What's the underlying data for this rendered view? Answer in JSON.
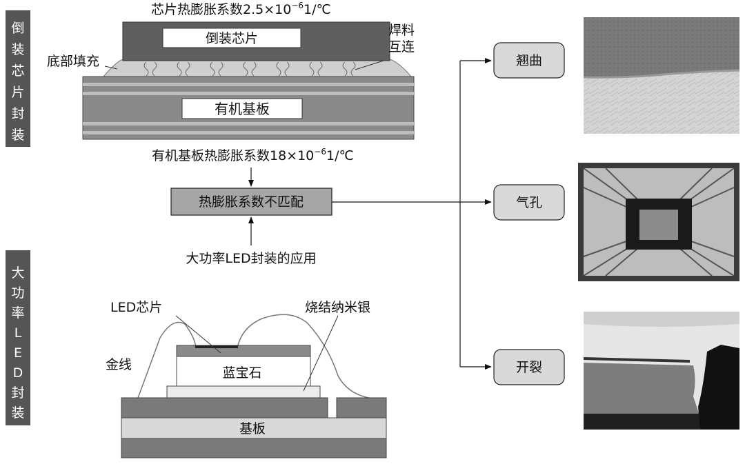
{
  "side_labels": {
    "flipchip": [
      "倒",
      "装",
      "芯",
      "片",
      "封",
      "装"
    ],
    "led": [
      "大",
      "功",
      "率",
      "L",
      "E",
      "D",
      "封",
      "装"
    ]
  },
  "flipchip": {
    "chip_cte_prefix": "芯片热膨胀系数2.5×10",
    "chip_cte_exp": "−6",
    "chip_cte_unit": "1/℃",
    "chip_label": "倒装芯片",
    "solder_line1": "焊料",
    "solder_line2": "互连",
    "underfill": "底部填充",
    "substrate_label": "有机基板",
    "substrate_cte_prefix": "有机基板热膨胀系数18×10",
    "substrate_cte_exp": "−6",
    "substrate_cte_unit": "1/℃"
  },
  "center": {
    "mismatch": "热膨胀系数不匹配",
    "led_app": "大功率LED封装的应用"
  },
  "led": {
    "chip": "LED芯片",
    "nanosilver": "烧结纳米银",
    "wire": "金线",
    "sapphire": "蓝宝石",
    "substrate": "基板"
  },
  "failures": [
    {
      "label": "翘曲"
    },
    {
      "label": "气孔"
    },
    {
      "label": "开裂"
    }
  ],
  "colors": {
    "dark": "#555555",
    "mid": "#8c8c8c",
    "box": "#a6a6a6",
    "light": "#d9d9d9"
  }
}
